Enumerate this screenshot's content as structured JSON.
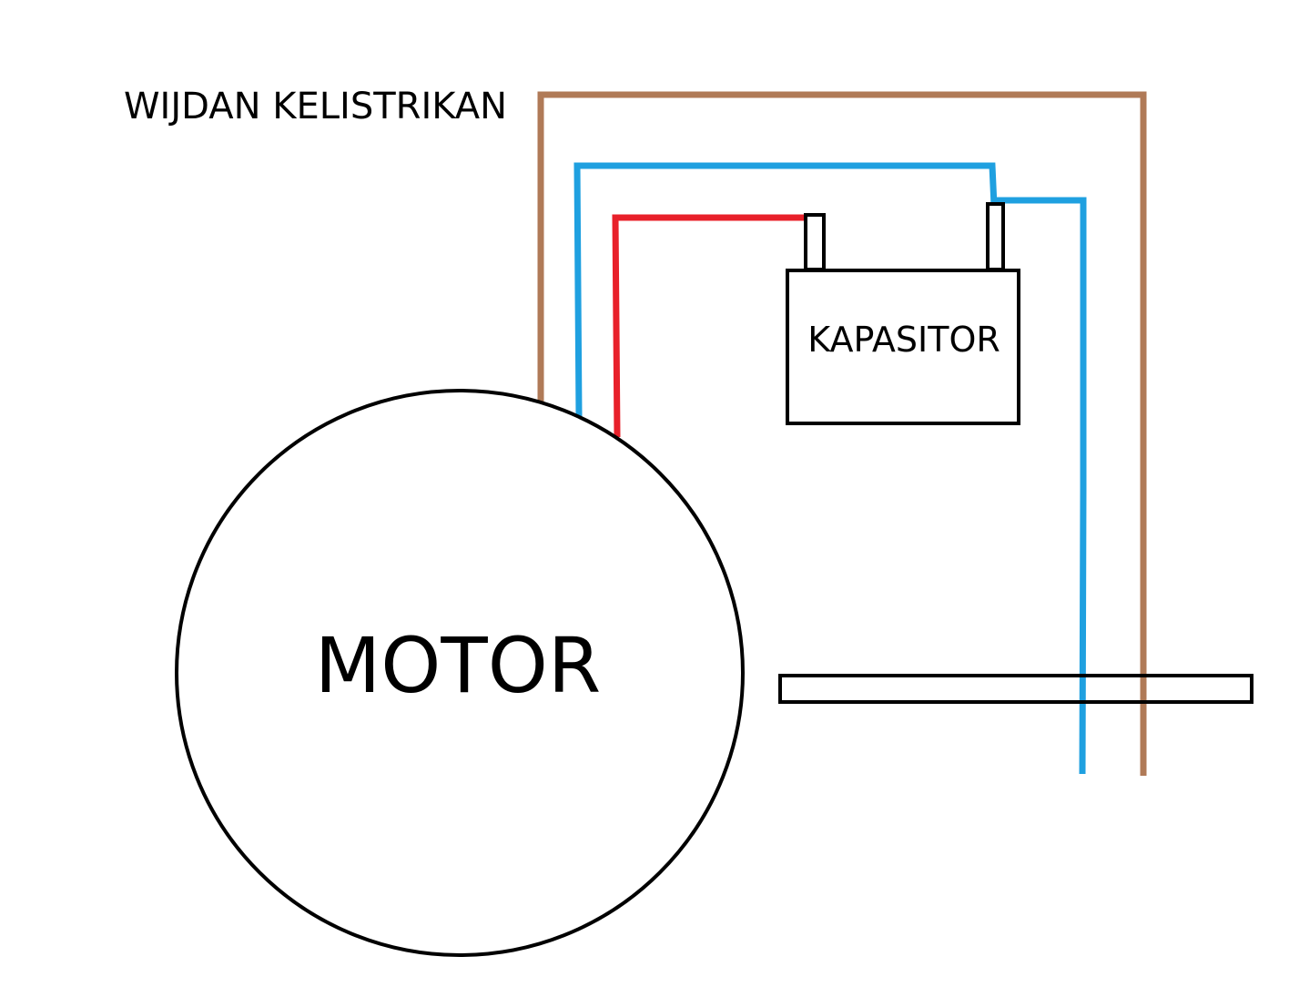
{
  "title": "WIJDAN KELISTRIKAN",
  "components": {
    "motor": {
      "label": "MOTOR"
    },
    "capacitor": {
      "label": "KAPASITOR"
    }
  },
  "wires": {
    "brown": {
      "color": "#b07a57"
    },
    "blue": {
      "color": "#1fa0e0"
    },
    "red": {
      "color": "#e8202a"
    }
  },
  "colors": {
    "outline": "#000000",
    "background": "#ffffff"
  }
}
